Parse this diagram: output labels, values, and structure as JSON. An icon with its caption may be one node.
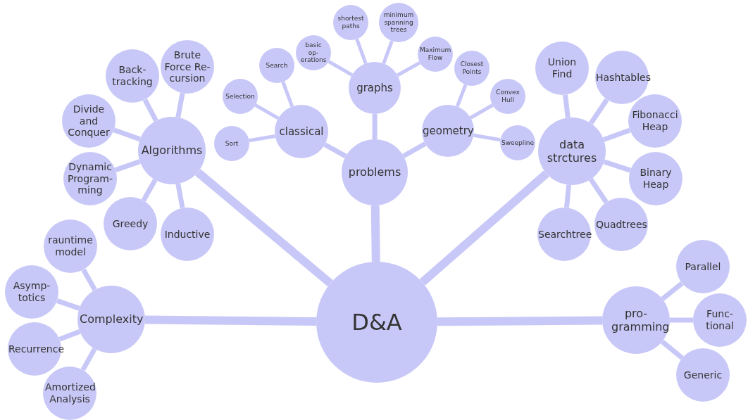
{
  "diagram": {
    "nodes": [
      {
        "text": [
          "D&A"
        ]
      },
      {
        "text": [
          "problems"
        ]
      },
      {
        "text": [
          "classical"
        ]
      },
      {
        "text": [
          "Sort"
        ]
      },
      {
        "text": [
          "Selection"
        ]
      },
      {
        "text": [
          "Search"
        ]
      },
      {
        "text": [
          "graphs"
        ]
      },
      {
        "text": [
          "basic op- erations"
        ]
      },
      {
        "text": [
          "shortest paths"
        ]
      },
      {
        "text": [
          "minimum spanning trees"
        ]
      },
      {
        "text": [
          "Maximum Flow"
        ]
      },
      {
        "text": [
          "geometry"
        ]
      },
      {
        "text": [
          "Closest Points"
        ]
      },
      {
        "text": [
          "Convex Hull"
        ]
      },
      {
        "text": [
          "Sweepline"
        ]
      },
      {
        "text": [
          "Algorithms"
        ]
      },
      {
        "text": [
          "Back- tracking"
        ]
      },
      {
        "text": [
          "Brute Force Re- cursion"
        ]
      },
      {
        "text": [
          "Divide and Conquer"
        ]
      },
      {
        "text": [
          "Dynamic Program- ming"
        ]
      },
      {
        "text": [
          "Greedy"
        ]
      },
      {
        "text": [
          "Inductive"
        ]
      },
      {
        "text": [
          "data strctures"
        ]
      },
      {
        "text": [
          "Union Find"
        ]
      },
      {
        "text": [
          "Hashtables"
        ]
      },
      {
        "text": [
          "Fibonacci Heap"
        ]
      },
      {
        "text": [
          "Binary Heap"
        ]
      },
      {
        "text": [
          "Searchtree"
        ]
      },
      {
        "text": [
          "Quadtrees"
        ]
      },
      {
        "text": [
          "Complexity"
        ]
      },
      {
        "text": [
          "rauntime model"
        ]
      },
      {
        "text": [
          "Asymp- totics"
        ]
      },
      {
        "text": [
          "Recurrence"
        ]
      },
      {
        "text": [
          "Amortized Analysis"
        ]
      },
      {
        "text": [
          "pro- gramming"
        ]
      },
      {
        "text": [
          "Parallel"
        ]
      },
      {
        "text": [
          "Func- tional"
        ]
      },
      {
        "text": [
          "Generic"
        ]
      }
    ],
    "edges": [
      {
        "from": 0,
        "to": 1,
        "arrow": "none"
      },
      {
        "from": 1,
        "to": 2,
        "arrow": "none"
      },
      {
        "from": 2,
        "to": 3,
        "arrow": "none"
      },
      {
        "from": 2,
        "to": 4,
        "arrow": "none"
      },
      {
        "from": 2,
        "to": 5,
        "arrow": "none"
      },
      {
        "from": 1,
        "to": 6,
        "arrow": "none"
      },
      {
        "from": 6,
        "to": 7,
        "arrow": "none"
      },
      {
        "from": 6,
        "to": 8,
        "arrow": "none"
      },
      {
        "from": 6,
        "to": 9,
        "arrow": "none"
      },
      {
        "from": 6,
        "to": 10,
        "arrow": "none"
      },
      {
        "from": 1,
        "to": 11,
        "arrow": "none"
      },
      {
        "from": 11,
        "to": 12,
        "arrow": "none"
      },
      {
        "from": 11,
        "to": 13,
        "arrow": "none"
      },
      {
        "from": 11,
        "to": 14,
        "arrow": "none"
      },
      {
        "from": 0,
        "to": 15,
        "arrow": "none"
      },
      {
        "from": 15,
        "to": 16,
        "arrow": "none"
      },
      {
        "from": 15,
        "to": 17,
        "arrow": "none"
      },
      {
        "from": 15,
        "to": 18,
        "arrow": "none"
      },
      {
        "from": 15,
        "to": 19,
        "arrow": "none"
      },
      {
        "from": 15,
        "to": 20,
        "arrow": "none"
      },
      {
        "from": 15,
        "to": 21,
        "arrow": "none"
      },
      {
        "from": 0,
        "to": 22,
        "arrow": "none"
      },
      {
        "from": 22,
        "to": 23,
        "arrow": "none"
      },
      {
        "from": 22,
        "to": 24,
        "arrow": "none"
      },
      {
        "from": 22,
        "to": 25,
        "arrow": "none"
      },
      {
        "from": 22,
        "to": 26,
        "arrow": "none"
      },
      {
        "from": 22,
        "to": 27,
        "arrow": "none"
      },
      {
        "from": 22,
        "to": 28,
        "arrow": "none"
      },
      {
        "from": 0,
        "to": 29,
        "arrow": "none"
      },
      {
        "from": 29,
        "to": 30,
        "arrow": "none"
      },
      {
        "from": 29,
        "to": 31,
        "arrow": "none"
      },
      {
        "from": 29,
        "to": 32,
        "arrow": "none"
      },
      {
        "from": 29,
        "to": 33,
        "arrow": "none"
      },
      {
        "from": 0,
        "to": 34,
        "arrow": "none"
      },
      {
        "from": 34,
        "to": 35,
        "arrow": "none"
      },
      {
        "from": 34,
        "to": 36,
        "arrow": "none"
      },
      {
        "from": 34,
        "to": 37,
        "arrow": "none"
      }
    ]
  }
}
